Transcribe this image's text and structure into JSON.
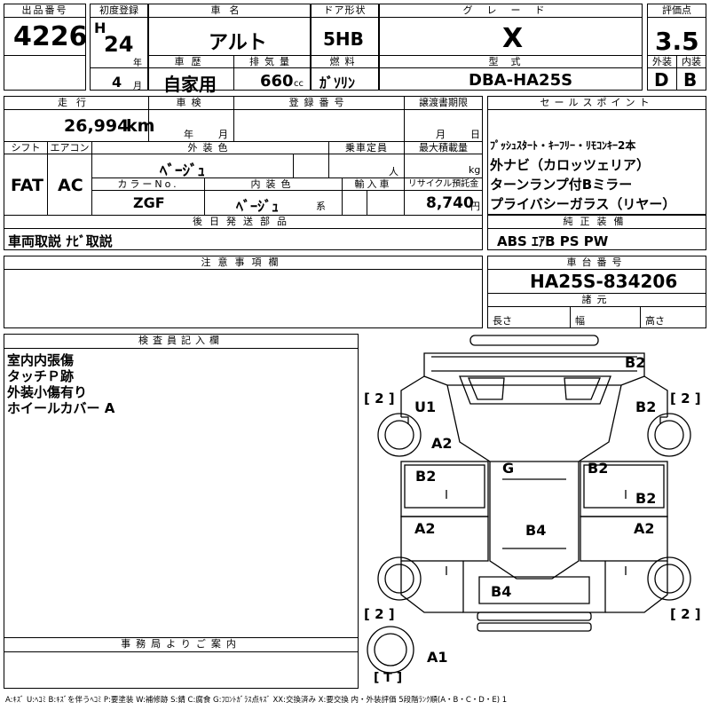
{
  "header": {
    "lot_no_label": "出品番号",
    "lot_no": "4226",
    "first_reg_label": "初度登録",
    "era": "H",
    "year": "24",
    "year_unit": "年",
    "month": "4",
    "month_unit": "月",
    "car_name_label": "車名",
    "car_name": "アルト",
    "history_label": "車歴",
    "history": "自家用",
    "displacement_label": "排気量",
    "displacement": "660",
    "displacement_unit": "cc",
    "door_label": "ドア形状",
    "door": "5HB",
    "fuel_label": "燃料",
    "fuel": "ｶﾞｿﾘﾝ",
    "grade_label": "グレード",
    "grade": "X",
    "model_label": "型式",
    "model": "DBA-HA25S",
    "score_label": "評価点",
    "score": "3.5",
    "exterior_label": "外装",
    "exterior": "D",
    "interior_label": "内装",
    "interior": "B"
  },
  "row2": {
    "mileage_label": "走行",
    "mileage": "26,994",
    "mileage_unit": "km",
    "inspection_label": "車検",
    "inspection_year": "年",
    "inspection_month": "月",
    "reg_label": "登録番号",
    "transfer_label": "譲渡書期限",
    "transfer_month": "月",
    "transfer_day": "日",
    "shift_label": "シフト",
    "shift": "FAT",
    "ac_label": "エアコン",
    "ac": "AC",
    "ext_color_label": "外装色",
    "ext_color": "ﾍﾞｰｼﾞｭ",
    "capacity_label": "乗車定員",
    "capacity_unit": "人",
    "load_label": "最大積載量",
    "load_unit": "kg",
    "color_no_label": "カラーNo.",
    "color_no": "ZGF",
    "int_color_label": "内装色",
    "int_color": "ﾍﾞｰｼﾞｭ",
    "int_color_suffix": "系",
    "import_label": "輸入車",
    "recycle_label": "リサイクル預託金",
    "recycle": "8,740",
    "recycle_unit": "円",
    "later_parts_label": "後日発送部品",
    "later_parts": "車両取説 ﾅﾋﾞ取説"
  },
  "sales": {
    "label": "セールスポイント",
    "items": [
      "ﾌﾟｯｼｭｽﾀｰﾄ・ｷｰﾌﾘｰ・ﾘﾓｺﾝｷｰ2本",
      "外ナビ（カロッツェリア）",
      "ターンランプ付Bミラー",
      "プライバシーガラス（リヤー）"
    ]
  },
  "equipment": {
    "label": "純正装備",
    "value": "ABS ｴｱB PS PW"
  },
  "notes": {
    "label": "注意事項欄"
  },
  "chassis": {
    "label": "車台番号",
    "value": "HA25S-834206",
    "dims_label": "諸元",
    "length_label": "長さ",
    "width_label": "幅",
    "height_label": "高さ"
  },
  "inspector": {
    "label": "検査員記入欄",
    "lines": [
      "室内内張傷",
      "タッチＰ跡",
      "外装小傷有り",
      "ホイールカバー A"
    ]
  },
  "office": {
    "label": "事務局よりご案内"
  },
  "diagram": {
    "tire_fl": "[ 2 ]",
    "tire_fr": "[ 2 ]",
    "tire_rl": "[ 2 ]",
    "tire_rr": "[ 2 ]",
    "spare": "[ T ]",
    "marks": {
      "b2_front": "B2",
      "u1": "U1",
      "b2_fender_r": "B2",
      "a2_fender_l": "A2",
      "g": "G",
      "b2_door_l": "B2",
      "b2_pillar_r": "B2",
      "b2_door_r": "B2",
      "a2_door_l": "A2",
      "b4_roof": "B4",
      "a2_door_r": "A2",
      "b4_rear": "B4",
      "a1_spare": "A1"
    }
  },
  "legend": "A:ｷｽﾞ U:ﾍｺﾐ B:ｷｽﾞを伴うﾍｺﾐ P:要塗装 W:補修跡 S:錆 C:腐食 G:ﾌﾛﾝﾄｶﾞﾗｽ点ｷｽﾞ XX:交換済み X:要交換 内・外装評価 5段階ﾗﾝｸ順(A・B・C・D・E) 1"
}
